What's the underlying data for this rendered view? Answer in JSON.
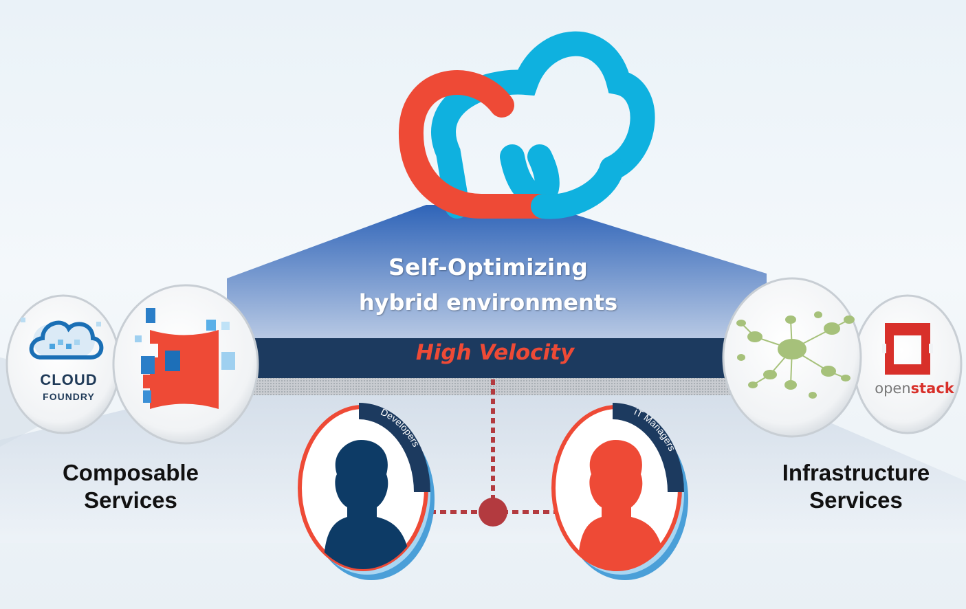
{
  "diagram": {
    "title_line1": "Self-Optimizing",
    "title_line2": "hybrid environments",
    "band_label": "High Velocity",
    "left_label_line1": "Composable",
    "left_label_line2": "Services",
    "right_label_line1": "Infrastructure",
    "right_label_line2": "Services",
    "cloud_foundry_line1": "CLOUD",
    "cloud_foundry_line2": "FOUNDRY",
    "openstack_part1": "open",
    "openstack_part2": "stack",
    "role_left": "Developers",
    "role_right": "iT Managers"
  },
  "colors": {
    "cloud_red": "#ee4a36",
    "cloud_blue": "#0fb1df",
    "band_navy": "#1c3a5f",
    "pyramid_blue": "#4a78c4",
    "developer_silhouette": "#0d3b66",
    "manager_silhouette": "#ee4a36",
    "connector": "#b33a3f",
    "network_green": "#a6c17a"
  },
  "icons": [
    "cloud-logo-icon",
    "cloud-foundry-logo-icon",
    "composable-puzzle-icon",
    "network-graph-icon",
    "openstack-logo-icon",
    "developer-avatar-icon",
    "it-manager-avatar-icon"
  ]
}
